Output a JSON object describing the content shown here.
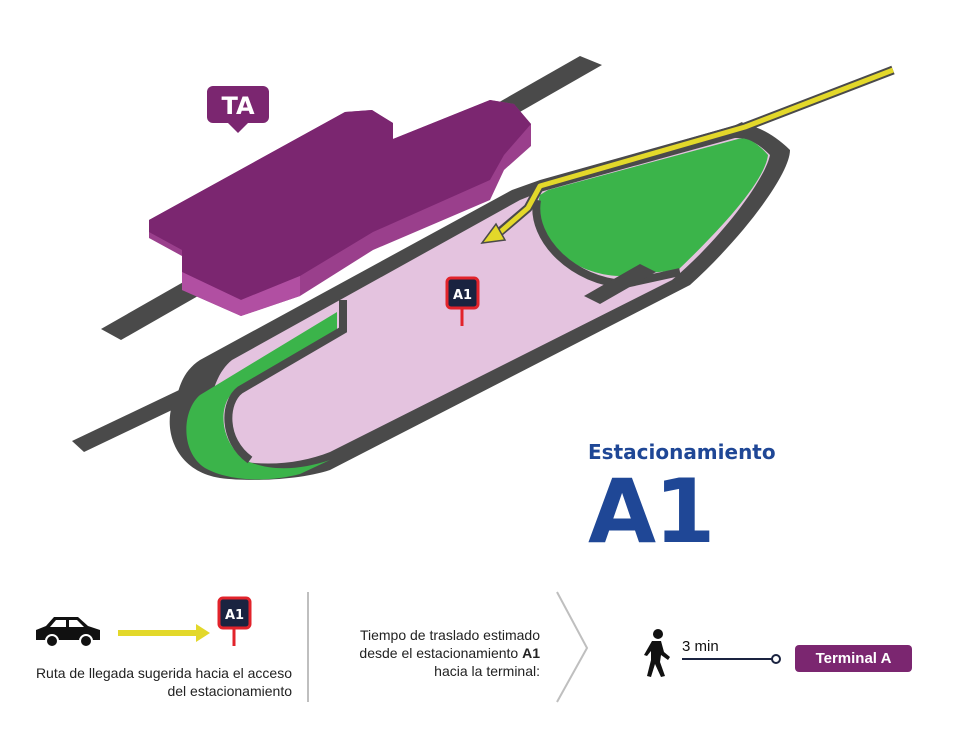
{
  "map": {
    "terminal_label": "TA",
    "parking_sign": "A1",
    "colors": {
      "terminal": "#7b2670",
      "terminal_light": "#9a3f8c",
      "parking_area": "#e4c3df",
      "green": "#3bb44a",
      "road": "#4a4a4a",
      "route": "#e3d82a",
      "sign_bg": "#1a2340",
      "sign_border": "#e2232b"
    }
  },
  "title": {
    "small": "Estacionamiento",
    "big": "A1",
    "color": "#1f4796"
  },
  "legend": {
    "route_text": "Ruta de llegada sugerida hacia el acceso del estacionamiento",
    "sign_label": "A1",
    "time_text_1": "Tiempo de traslado estimado",
    "time_text_2": "desde el estacionamiento",
    "time_text_bold": "A1",
    "time_text_3": "hacia la terminal:",
    "minutes": "3 min",
    "terminal": "Terminal A",
    "icons": [
      "car-icon",
      "arrow-icon",
      "walking-person-icon",
      "chevron-icon"
    ]
  }
}
